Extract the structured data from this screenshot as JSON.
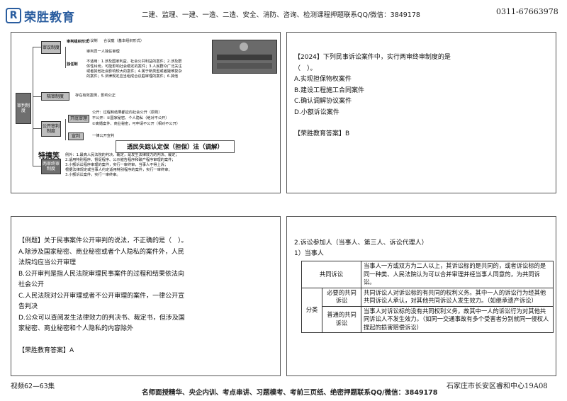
{
  "header": {
    "brand": "荣胜教育",
    "logo_icon": "rs-logo-icon",
    "courses": "二建、监理、一建、一造、二造、安全、消防、咨询、检测课程押题联系QQ/微信：3849178",
    "phone": "0311-67663978"
  },
  "mindmap": {
    "root": "审判制度",
    "branch1": "审议制度",
    "b1_sub1": "审判组织形式",
    "b1_sub1_items": [
      "合议制",
      "合议庭（基本组织形式）",
      "审判员一人独任审理"
    ],
    "b1_sub2": "独任制",
    "b1_sub2_text": [
      "不适用：1.涉及国家利益、社会公共利益的案件；2.涉及群",
      "体性纠纷，可能影响社会稳定的案件；3.人民群众广泛关注",
      "或者其他社会影响较大的案件；4.属于新类型或者疑难复杂",
      "的案件；5.法律规定应当组成合议庭审理的案件；6.其他"
    ],
    "branch2": "陪审制度",
    "branch2_text": "存在有效案例，影响公正",
    "branch3": "公开审判制度",
    "b3_sub1": "开庭审理",
    "b3_sub1_text": [
      "公开：过程和结果都应向社会公开（原则）",
      "不公开：①国家秘密、个人隐私（绝对不公开）",
      "②离婚案件、商业秘密，可申请不公开（相对不公开）"
    ],
    "b3_sub2": "宣判",
    "b3_sub2_text": "一律公开宣判",
    "stamp": "透民失踪认定保（担保）法（调解）",
    "badge": "特搞笑",
    "branch4": "两审终审制度",
    "branch4_text": [
      "例外：1.最高人民法院的判决、裁定，是发生法律效力的判决、裁定；",
      "2.适用特别程序、督促程序、公示催告程序和破产程序审理的案件；",
      "3.小额诉讼程序审理的案件，实行一审终审，当事人不得上诉；",
      "根据法律规定或当事人约定适用特别程序的案件，实行一审终审；",
      "3.小额诉讼案件，实行一审终审。"
    ]
  },
  "q1": {
    "lines": [
      "【2024】下列民事诉讼案件中，实行两审终审制度的是",
      "（　）。",
      "A.实现担保物权案件",
      "B.建设工程施工合同案件",
      "C.确认调解协议案件",
      "D.小额诉讼案件",
      "",
      "【荣胜教育答案】B"
    ]
  },
  "q2": {
    "lines": [
      "【例题】关于民事案件公开审判的说法，不正确的是（　）。",
      "A.除涉及国家秘密、商业秘密或者个人隐私的案件外，人民",
      "法院均应当公开审理",
      "B.公开审判是指人民法院审理民事案件的过程和结果依法向",
      "社会公开",
      "C.人民法院对公开审理或者不公开审理的案件，一律公开宣",
      "告判决",
      "D.公众可以查阅发生法律效力的判决书、裁定书，但涉及国",
      "家秘密、商业秘密和个人隐私的内容除外",
      "",
      "【荣胜教育答案】A"
    ]
  },
  "q3": {
    "title": "2.诉讼参加人（当事人、第三人、诉讼代理人）",
    "subtitle": "1）当事人",
    "row1_label": "共同诉讼",
    "row1_text": "当事人一方或双方为二人以上，其诉讼标的是共同的，或者诉讼标的是同一种类、人民法院认为可以合并审理并经当事人同意的，为共同诉讼。",
    "row2_group": "分类",
    "row2_label": "必要的共同诉讼",
    "row2_text": "共同诉讼人对诉讼标的有共同的权利义务。其中一人的诉讼行为经其他共同诉讼人承认，对其他共同诉讼人发生效力。（如继承遗产诉讼）",
    "row3_label": "普通的共同诉讼",
    "row3_text": "当事人对诉讼标的没有共同权利义务，故其中一人的诉讼行为对其他共同诉讼人不发生效力。（如同一交通事故有多个受害者分别就同一侵权人提起的损害赔偿诉讼）"
  },
  "footer": {
    "video": "视频62—63集",
    "promo": "名师面授精华、央企内训、考点串讲、习题模考、考前三页纸、绝密押题联系QQ/微信：3849178",
    "address": "石家庄市长安区睿和中心19A08"
  }
}
